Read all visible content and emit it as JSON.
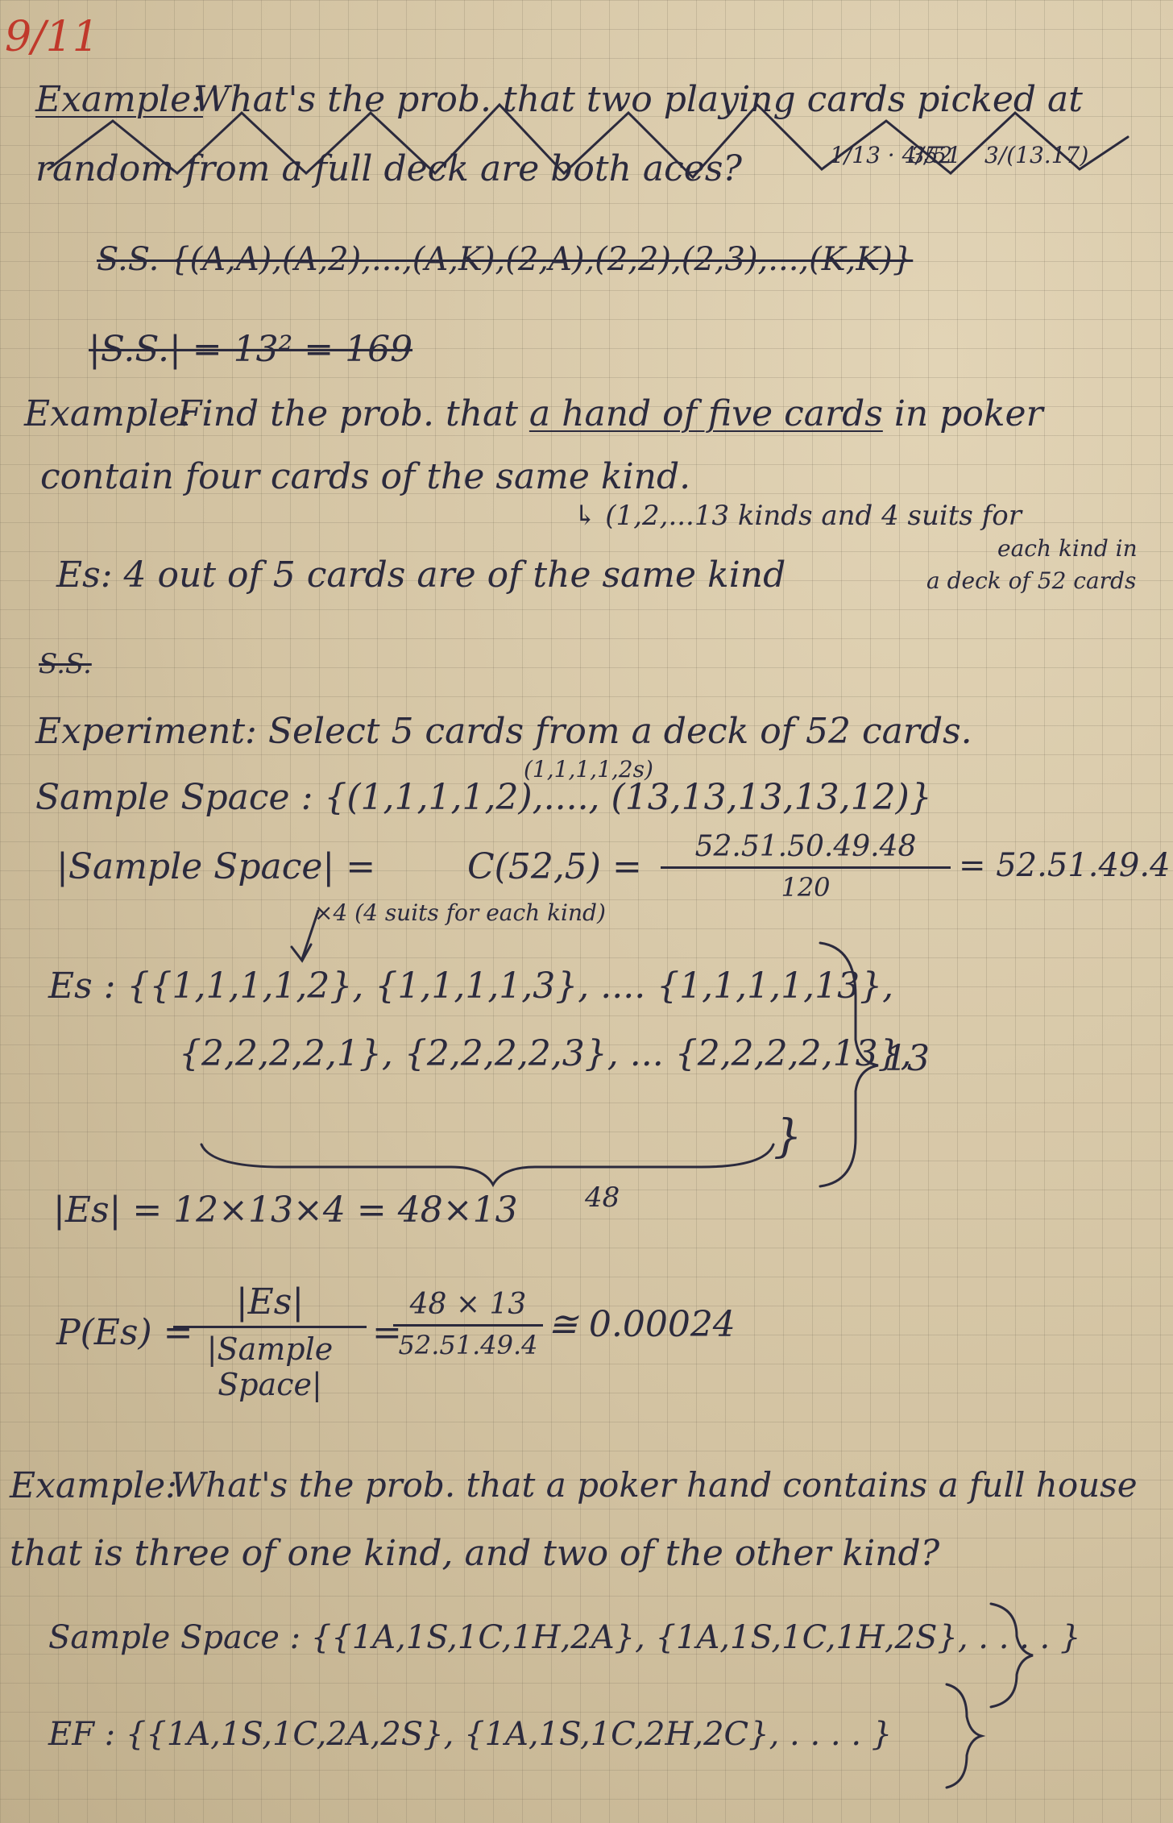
{
  "page_label": "9/11",
  "ex1": {
    "label": "Example:",
    "line1": "What's the prob. that two playing cards picked at",
    "line2": "random from a full deck are both aces?",
    "side_calc": [
      "1/13 · 4/52",
      "3/51",
      "3/(13.17)"
    ],
    "ss": "S.S. {(A,A),(A,2),...,(A,K),(2,A),(2,2),(2,3),...,(K,K)}",
    "ss_size": "|S.S.| = 13² = 169"
  },
  "ex2": {
    "label": "Example:",
    "line1_a": "Find the prob. that ",
    "line1_u": "a hand of five cards",
    "line1_b": " in poker",
    "line2": "contain four cards of the same kind.",
    "note1": "↳ (1,2,...13 kinds and 4 suits for",
    "note2": "each kind in",
    "note3": "a deck of 52 cards",
    "es_def": "Es: 4 out of 5 cards are of the same kind",
    "ss_crossed": "S.S.",
    "experiment": "Experiment: Select 5 cards from a deck of 52 cards.",
    "ss_small": "(1,1,1,1,2s)",
    "sample_space": "Sample Space : {(1,1,1,1,2),...., (13,13,13,13,12)}",
    "ss_size_a": "|Sample Space| =",
    "ss_size_b": "C(52,5) =",
    "ss_num": "52.51.50.49.48",
    "ss_den": "120",
    "ss_result": "= 52.51.49.4",
    "x4_note": "×4 (4 suits for each kind)",
    "es_line1": "Es : {{1,1,1,1,2}, {1,1,1,1,3}, .... {1,1,1,1,13},",
    "es_line2": "{2,2,2,2,1}, {2,2,2,2,3}, ... {2,2,2,2,13},",
    "es_close": "}",
    "brace_13": "13",
    "brace_48": "48",
    "es_size": "|Es| = 12×13×4 = 48×13",
    "p_lhs": "P(Es) =",
    "p_num": "|Es|",
    "p_den": "|Sample Space|",
    "p_eq": "=",
    "p_num2": "48 × 13",
    "p_den2": "52.51.49.4",
    "p_result": "≅ 0.00024"
  },
  "ex3": {
    "label": "Example:",
    "line1": "What's the prob. that a poker hand contains a full house",
    "line2": "that is three of one kind, and two of the other kind?",
    "sample_space": "Sample Space : {{1A,1S,1C,1H,2A}, {1A,1S,1C,1H,2S}, . . . . }",
    "ef": "EF : {{1A,1S,1C,2A,2S}, {1A,1S,1C,2H,2C}, . . . .    }"
  }
}
